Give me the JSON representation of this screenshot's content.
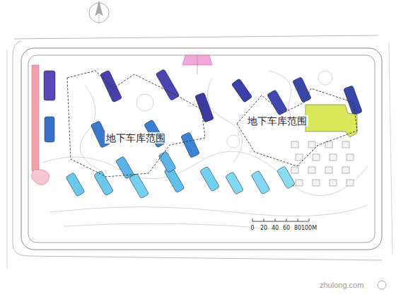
{
  "diagram": {
    "nodes": [
      {
        "text": [
          "地下车库范围"
        ]
      },
      {
        "text": [
          "地下车库范围"
        ]
      }
    ],
    "labels": [
      "0",
      "20",
      "40",
      "60",
      "80",
      "100M",
      "zhulong.com"
    ]
  }
}
